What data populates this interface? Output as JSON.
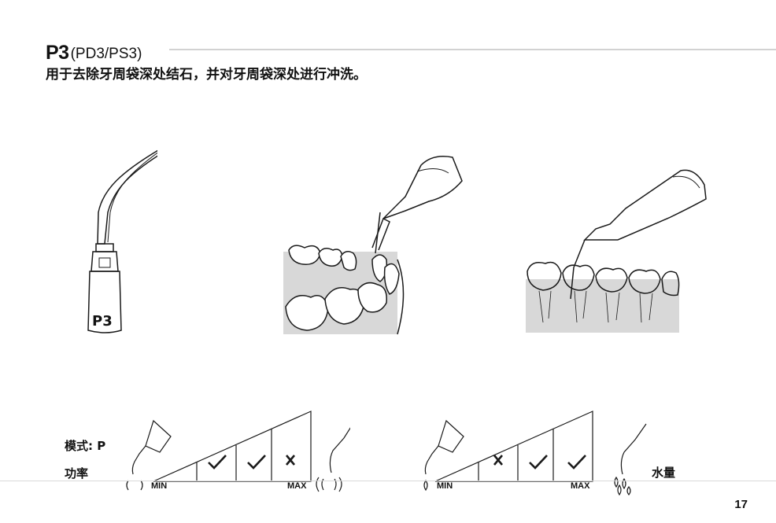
{
  "header": {
    "title": "P3",
    "subtitle": "(PD3/PS3)",
    "description": "用于去除牙周袋深处结石，并对牙周袋深处进行冲洗。"
  },
  "tip": {
    "engraving": "P3"
  },
  "power": {
    "mode_label": "模式: P",
    "label": "功率",
    "min": "MIN",
    "max": "MAX",
    "marks": [
      "check",
      "check",
      "cross"
    ]
  },
  "water": {
    "label": "水量",
    "min": "MIN",
    "max": "MAX",
    "marks": [
      "cross",
      "check",
      "check"
    ]
  },
  "page": {
    "number": "17"
  }
}
